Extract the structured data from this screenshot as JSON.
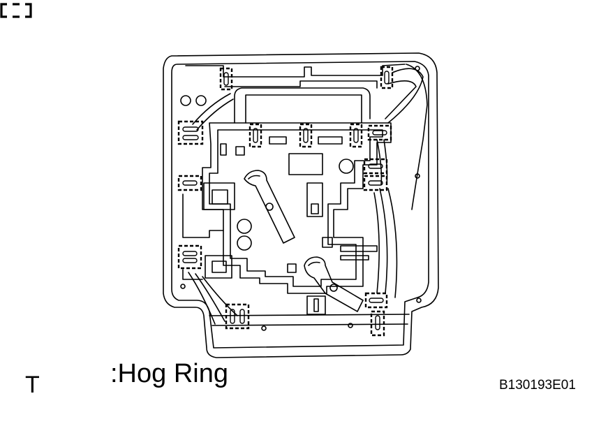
{
  "diagram": {
    "figure_id": "B130193E01",
    "legend": {
      "view_marker": "T",
      "symbol": "hog-ring-symbol",
      "label": ":Hog Ring"
    },
    "colors": {
      "line": "#000000",
      "background": "#ffffff"
    }
  }
}
